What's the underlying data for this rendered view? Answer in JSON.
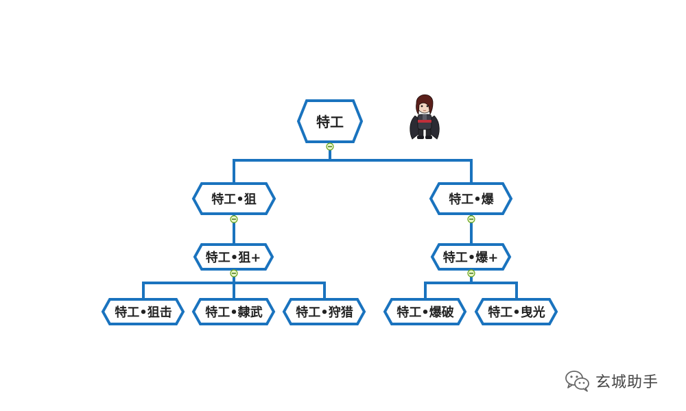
{
  "tree": {
    "root": {
      "label": "特工"
    },
    "branches": [
      {
        "label": "特工•狙",
        "advanced": {
          "label": "特工•狙+"
        },
        "children": [
          {
            "label": "特工•狙击"
          },
          {
            "label": "特工•隸武"
          },
          {
            "label": "特工•狩猎"
          }
        ]
      },
      {
        "label": "特工•爆",
        "advanced": {
          "label": "特工•爆+"
        },
        "children": [
          {
            "label": "特工•爆破"
          },
          {
            "label": "特工•曳光"
          }
        ]
      }
    ]
  },
  "watermark": {
    "text": "玄城助手",
    "icon": "wechat-icon"
  },
  "character": {
    "icon": "character-sprite"
  },
  "colors": {
    "line": "#1a73be",
    "node_border": "#1a73be",
    "node_fill": "#ffffff",
    "collapse_fill": "#e8f6c8",
    "collapse_stroke": "#6aa31c"
  }
}
